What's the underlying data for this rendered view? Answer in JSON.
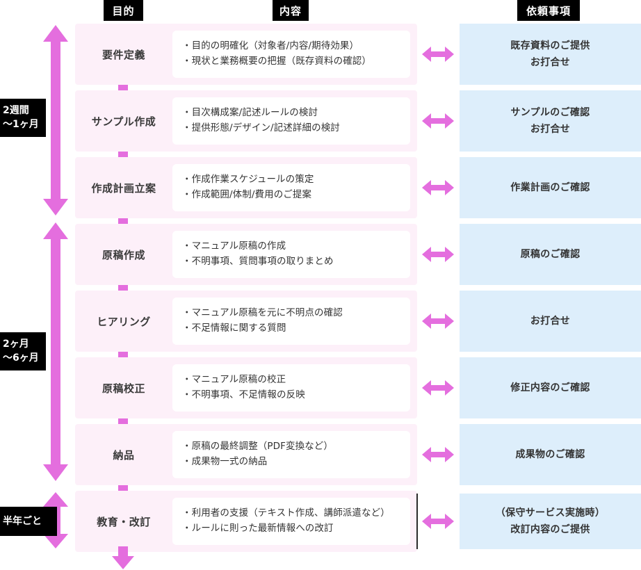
{
  "headers": {
    "purpose": "目的",
    "content": "内容",
    "request": "依頼事項"
  },
  "colors": {
    "accent_magenta": "#e46ede",
    "row_pink": "#fdf0f9",
    "request_blue": "#ddeefb",
    "header_black": "#000000",
    "text_dark": "#333333"
  },
  "periods": [
    {
      "label": "2週間\n～1ヶ月"
    },
    {
      "label": "2ヶ月\n～6ヶ月"
    },
    {
      "label": "半年ごと"
    }
  ],
  "rows": [
    {
      "phase": "要件定義",
      "details": [
        "・目的の明確化（対象者/内容/期待効果）",
        "・現状と業務概要の把握（既存資料の確認）"
      ],
      "request": "既存資料のご提供\nお打合せ",
      "arrow": "double-horizontal-arrow"
    },
    {
      "phase": "サンプル作成",
      "details": [
        "・目次構成案/記述ルールの検討",
        "・提供形態/デザイン/記述詳細の検討"
      ],
      "request": "サンプルのご確認\nお打合せ",
      "arrow": "double-horizontal-arrow"
    },
    {
      "phase": "作成計画立案",
      "details": [
        "・作成作業スケジュールの策定",
        "・作成範囲/体制/費用のご提案"
      ],
      "request": "作業計画のご確認",
      "arrow": "double-horizontal-arrow"
    },
    {
      "phase": "原稿作成",
      "details": [
        "・マニュアル原稿の作成",
        "・不明事項、質問事項の取りまとめ"
      ],
      "request": "原稿のご確認",
      "arrow": "double-horizontal-arrow"
    },
    {
      "phase": "ヒアリング",
      "details": [
        "・マニュアル原稿を元に不明点の確認",
        "・不足情報に関する質問"
      ],
      "request": "お打合せ",
      "arrow": "double-horizontal-arrow"
    },
    {
      "phase": "原稿校正",
      "details": [
        "・マニュアル原稿の校正",
        "・不明事項、不足情報の反映"
      ],
      "request": "修正内容のご確認",
      "arrow": "double-horizontal-arrow"
    },
    {
      "phase": "納品",
      "details": [
        "・原稿の最終調整（PDF変換など）",
        "・成果物一式の納品"
      ],
      "request": "成果物のご確認",
      "arrow": "double-horizontal-arrow"
    },
    {
      "phase": "教育・改訂",
      "details": [
        "・利用者の支援（テキスト作成、講師派遣など）",
        "・ルールに則った最新情報への改訂"
      ],
      "request": "（保守サービス実施時）\n改訂内容のご提供",
      "arrow": "double-horizontal-arrow"
    }
  ],
  "axis": {
    "segments": [
      {
        "name": "requirements-to-plan",
        "arrow": "double-vertical-arrow"
      },
      {
        "name": "draft-to-delivery",
        "arrow": "double-vertical-arrow"
      },
      {
        "name": "education-revision",
        "arrow": "double-vertical-arrow"
      }
    ],
    "terminal_arrow": "down-arrow"
  }
}
